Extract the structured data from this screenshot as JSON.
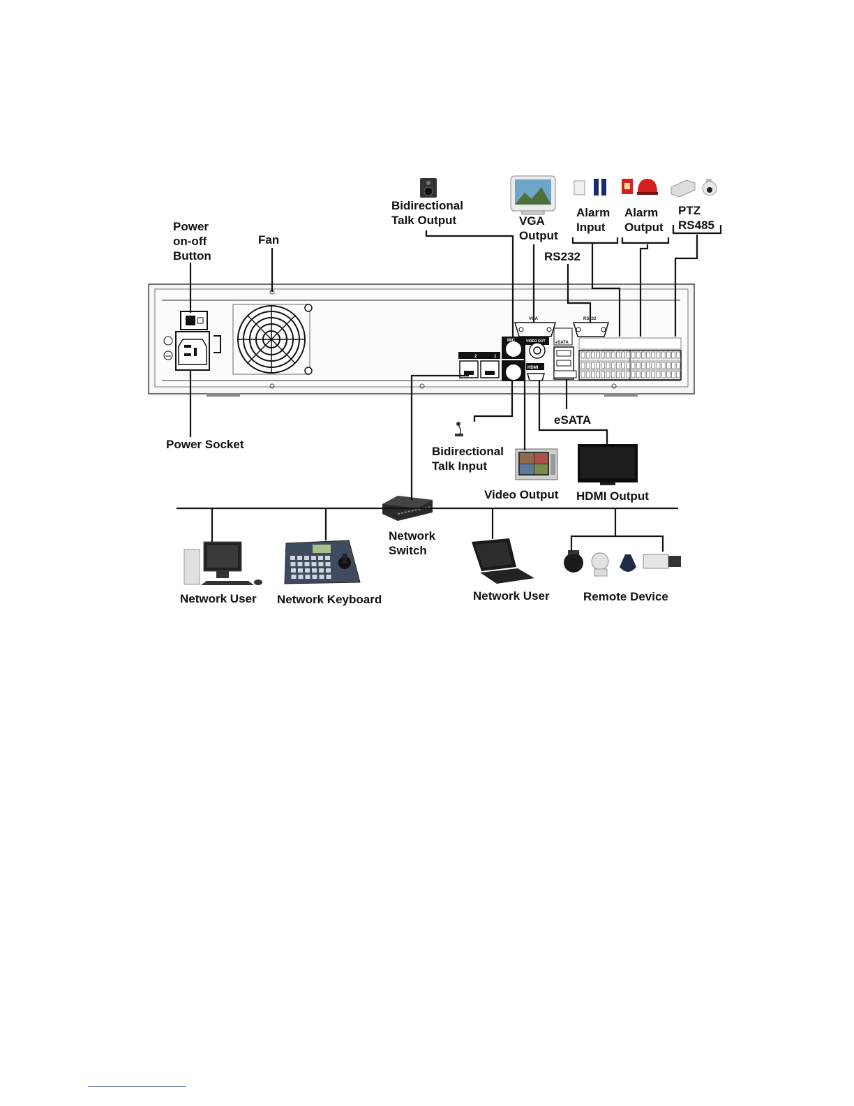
{
  "labels": {
    "power_button": [
      "Power",
      "on-off",
      "Button"
    ],
    "fan": "Fan",
    "power_socket": "Power Socket",
    "talk_output": [
      "Bidirectional",
      "Talk Output"
    ],
    "vga_output": [
      "VGA",
      "Output"
    ],
    "rs232": "RS232",
    "alarm_input": [
      "Alarm",
      "Input"
    ],
    "alarm_output": [
      "Alarm",
      "Output"
    ],
    "ptz": [
      "PTZ",
      "RS485"
    ],
    "esata": "eSATA",
    "talk_input": [
      "Bidirectional",
      "Talk Input"
    ],
    "video_output": "Video Output",
    "hdmi_output": "HDMI Output",
    "network_switch": [
      "Network",
      "Switch"
    ],
    "network_user_left": "Network User",
    "network_keyboard": "Network Keyboard",
    "network_user_right": "Network User",
    "remote_device": "Remote Device"
  },
  "panel_text": {
    "vga": "VGA",
    "rs232": "RS232",
    "video_out": "VIDEO OUT",
    "hdmi": "HDMI",
    "esata": "eSATA",
    "mic_in": "MIC",
    "lan1": "1",
    "lan2": "2"
  },
  "colors": {
    "line": "#111111",
    "panel": "#f4f4f4",
    "alarm_red": "#d42020",
    "footnote_rule": "#2b3f9e"
  }
}
